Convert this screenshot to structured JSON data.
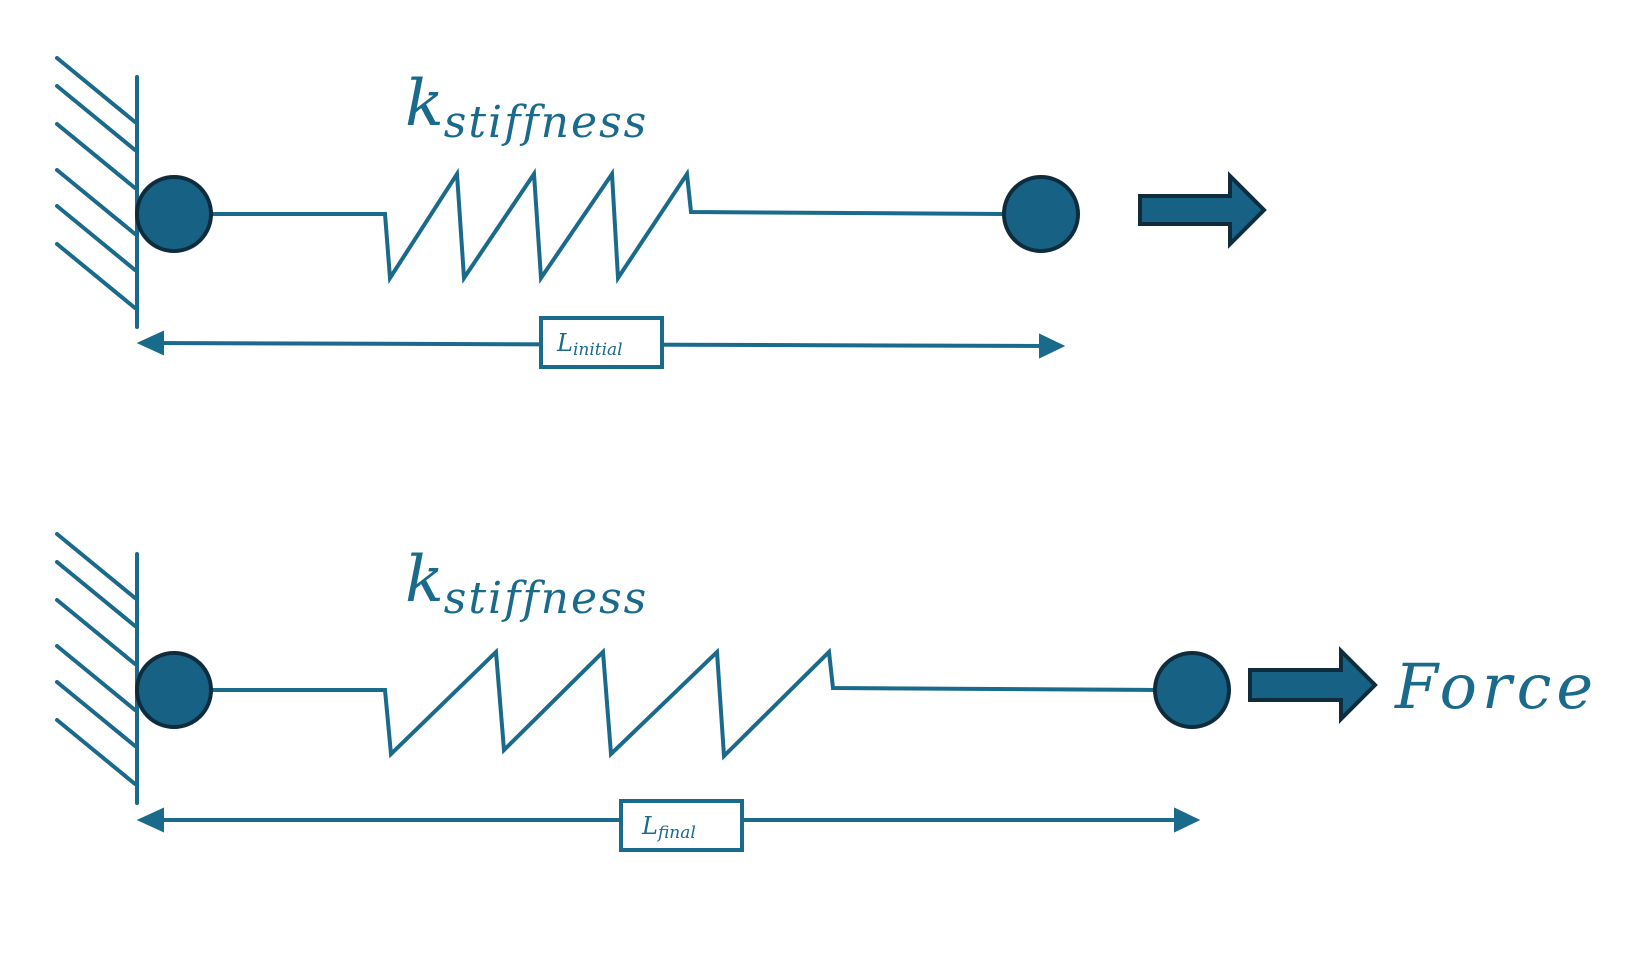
{
  "top": {
    "stiffness_symbol": "k",
    "stiffness_subscript": "stiffness",
    "length_symbol": "L",
    "length_subscript": "initial"
  },
  "bottom": {
    "stiffness_symbol": "k",
    "stiffness_subscript": "stiffness",
    "length_symbol": "L",
    "length_subscript": "final",
    "force_label": "Force"
  },
  "colors": {
    "stroke": "#1a6a8c",
    "mass_fill": "#176185",
    "outline": "#0e2c3c",
    "background": "#ffffff"
  },
  "icons": [
    "fixed-wall",
    "mass-circle",
    "spring",
    "force-arrow",
    "dimension-arrow"
  ]
}
